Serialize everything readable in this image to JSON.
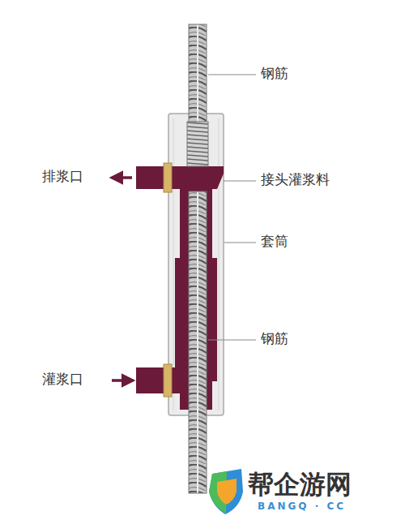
{
  "diagram": {
    "labels": [
      "钢筋",
      "排浆口",
      "接头灌浆料",
      "套筒",
      "钢筋",
      "灌浆口",
      "帮企游网",
      "BANGQ · CC"
    ]
  }
}
